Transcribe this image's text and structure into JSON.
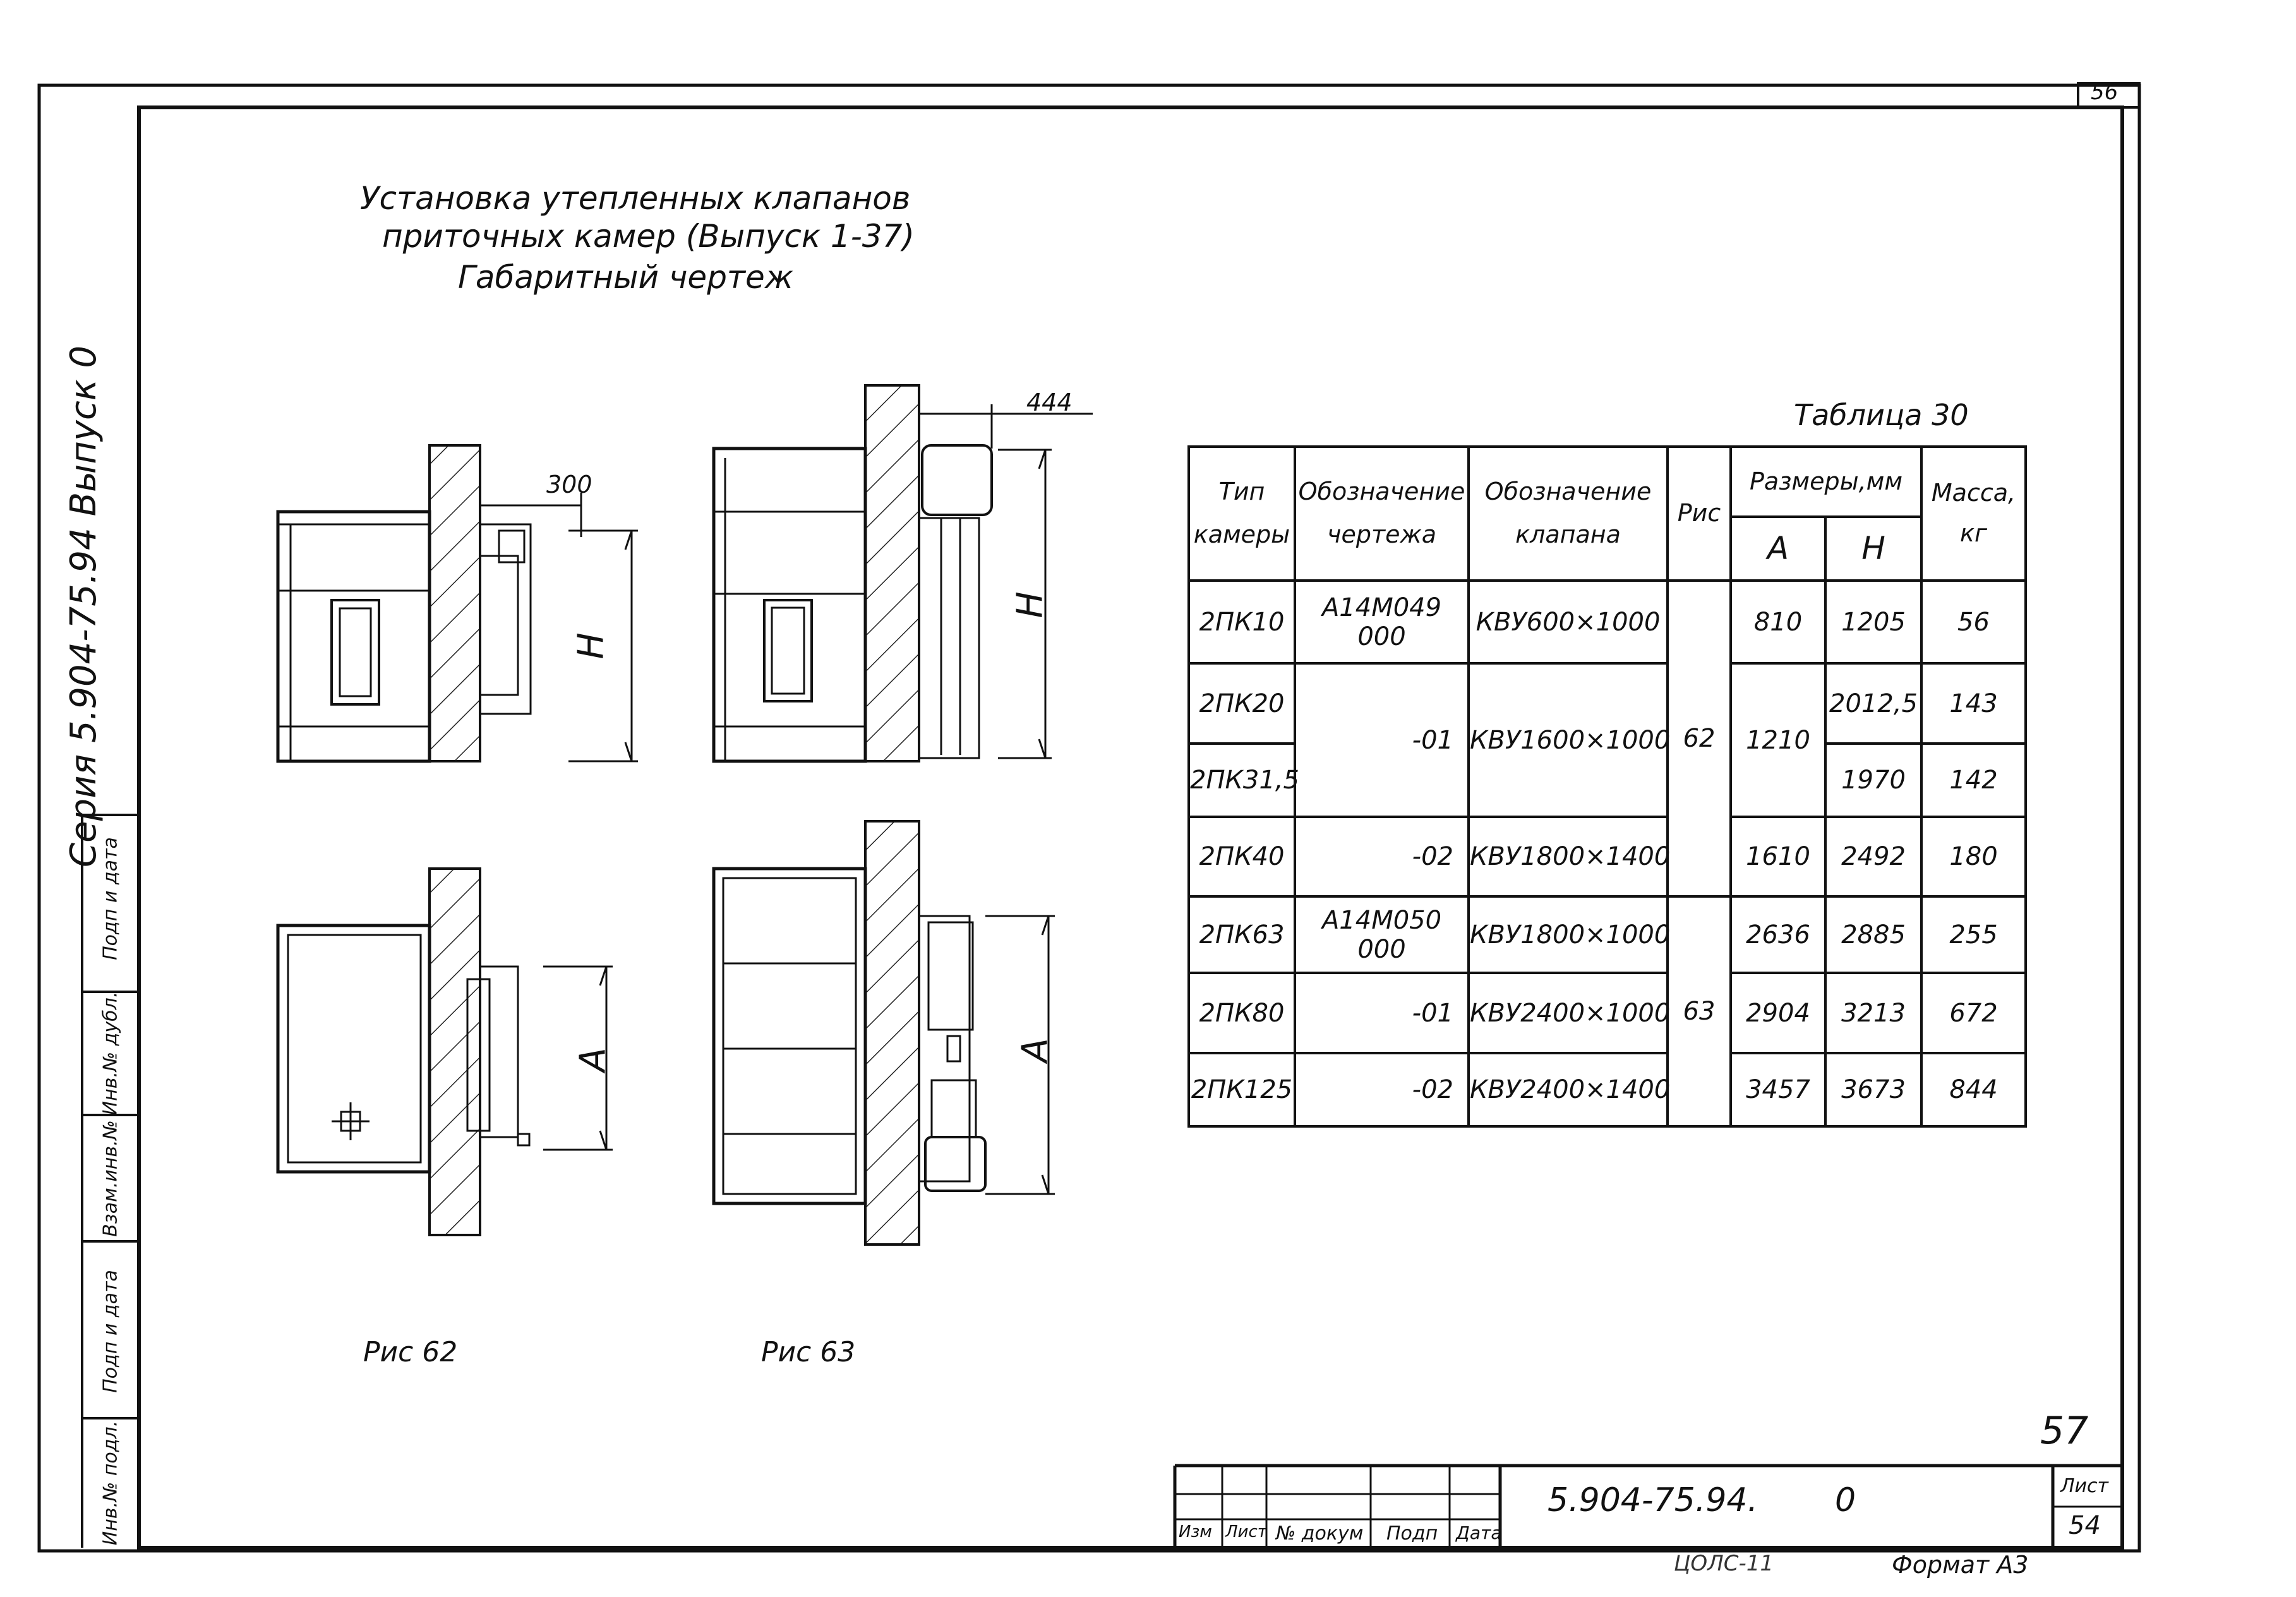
{
  "top_mark": "56",
  "title": {
    "line1": "Установка утепленных клапанов",
    "line2": "приточных камер (Выпуск 1-37)",
    "line3": "Габаритный чертеж"
  },
  "side_series": "Серия 5.904-75.94  Выпуск 0",
  "side_stamp_cells": [
    "Подп и дата",
    "Инв.№ дубл.",
    "Взам.инв.№",
    "Подп и дата",
    "Инв.№ подл."
  ],
  "figures": {
    "fig62_label": "Рис 62",
    "fig63_label": "Рис 63",
    "dim_300": "300",
    "dim_444": "444",
    "dim_H_1": "H",
    "dim_H_2": "H",
    "dim_A_1": "A",
    "dim_A_2": "A"
  },
  "table": {
    "caption": "Таблица 30",
    "headers": {
      "type_line1": "Тип",
      "type_line2": "камеры",
      "drawing_line1": "Обозначение",
      "drawing_line2": "чертежа",
      "valve_line1": "Обозначение",
      "valve_line2": "клапана",
      "fig": "Рис",
      "dims": "Размеры,мм",
      "dim_a": "A",
      "dim_h": "H",
      "mass_line1": "Масса,",
      "mass_line2": "кг"
    },
    "rows": [
      {
        "type": "2ПК10",
        "drawing": "А14М049 000",
        "valve": "КВУ600×1000",
        "fig": "62",
        "a": "810",
        "h": "1205",
        "mass": "56"
      },
      {
        "type": "2ПК20",
        "drawing": "-01",
        "valve": "КВУ1600×1000",
        "fig": "",
        "a": "1210",
        "h": "2012,5",
        "mass": "143"
      },
      {
        "type": "2ПК31,5",
        "drawing": "",
        "valve": "",
        "fig": "",
        "a": "",
        "h": "1970",
        "mass": "142"
      },
      {
        "type": "2ПК40",
        "drawing": "-02",
        "valve": "КВУ1800×1400",
        "fig": "",
        "a": "1610",
        "h": "2492",
        "mass": "180"
      },
      {
        "type": "2ПК63",
        "drawing": "А14М050 000",
        "valve": "КВУ1800×1000",
        "fig": "63",
        "a": "2636",
        "h": "2885",
        "mass": "255"
      },
      {
        "type": "2ПК80",
        "drawing": "-01",
        "valve": "КВУ2400×1000",
        "fig": "",
        "a": "2904",
        "h": "3213",
        "mass": "672"
      },
      {
        "type": "2ПК125",
        "drawing": "-02",
        "valve": "КВУ2400×1400",
        "fig": "",
        "a": "3457",
        "h": "3673",
        "mass": "844"
      }
    ]
  },
  "page_number_hand": "57",
  "title_block": {
    "doc_code": "5.904-75.94.",
    "issue": "0",
    "sheet_label": "Лист",
    "sheet_number": "54",
    "col_izm": "Изм",
    "col_list": "Лист",
    "col_doc": "№ докум",
    "col_sign": "Подп",
    "col_date": "Дата"
  },
  "footer": {
    "copy_mark": "ЦОЛС-11",
    "format": "Формат А3"
  }
}
